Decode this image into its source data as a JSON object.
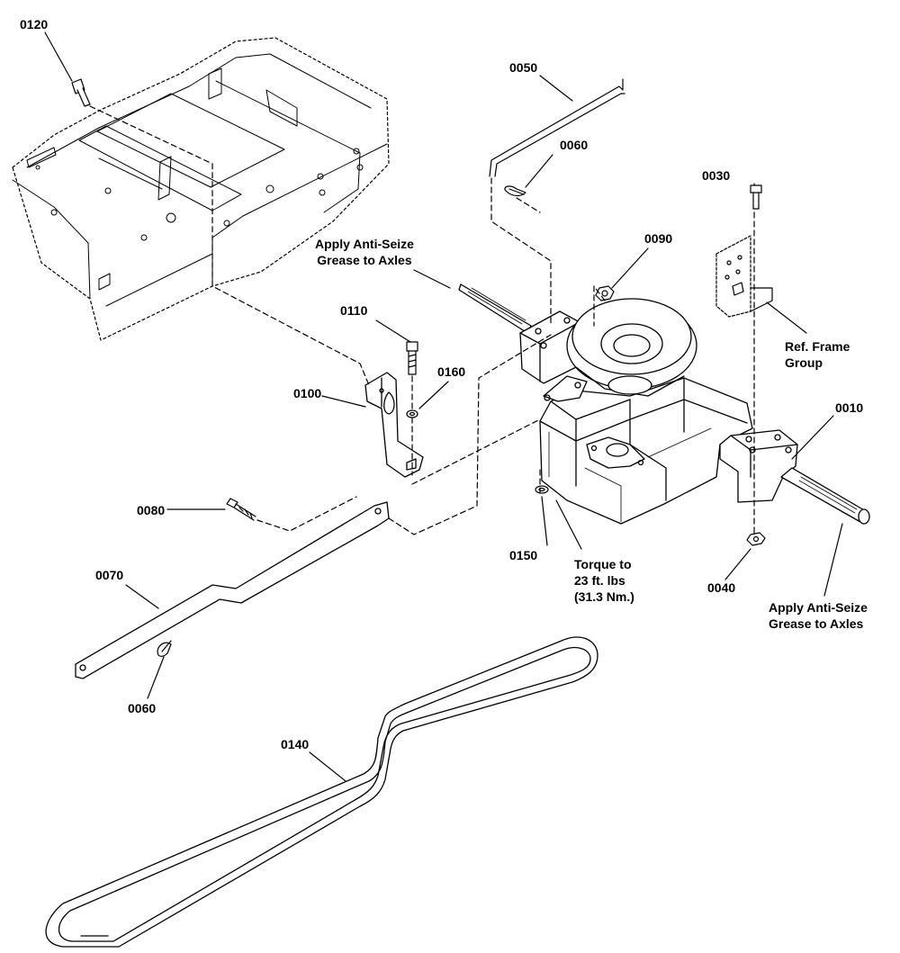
{
  "parts": {
    "p0120": "0120",
    "p0050": "0050",
    "p0060a": "0060",
    "p0030": "0030",
    "p0090": "0090",
    "p0110": "0110",
    "p0160": "0160",
    "p0100": "0100",
    "p0010": "0010",
    "p0080": "0080",
    "p0070": "0070",
    "p0150": "0150",
    "p0040": "0040",
    "p0060b": "0060",
    "p0140": "0140"
  },
  "notes": {
    "grease_left": [
      "Apply Anti-Seize",
      "Grease to Axles"
    ],
    "ref_frame": [
      "Ref. Frame",
      "Group"
    ],
    "torque": [
      "Torque to",
      "23 ft. lbs",
      "(31.3 Nm.)"
    ],
    "grease_right": [
      "Apply Anti-Seize",
      "Grease to Axles"
    ]
  }
}
